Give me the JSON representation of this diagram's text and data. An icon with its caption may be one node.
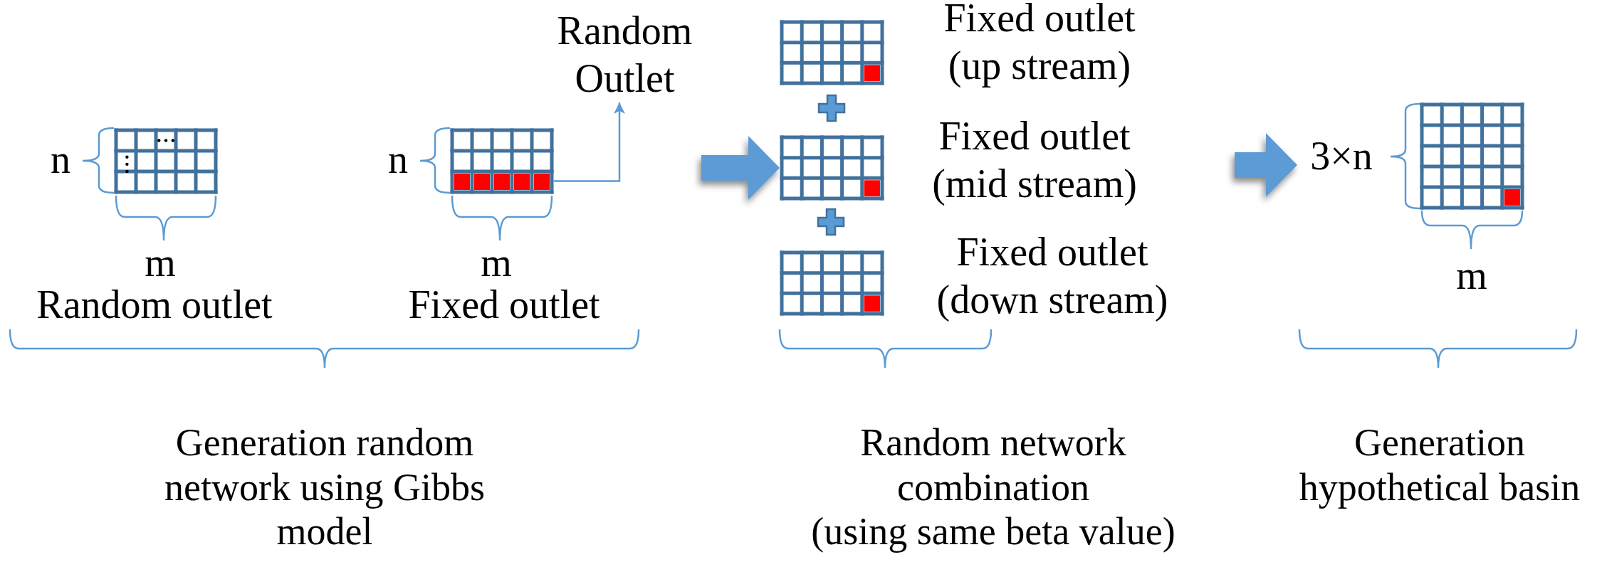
{
  "diagram": {
    "nodes": [
      {
        "text": [],
        "shape": "grid",
        "beside": [
          "Random outlet"
        ]
      },
      {
        "text": [],
        "shape": "grid",
        "beside": [
          "Fixed outlet"
        ]
      },
      {
        "text": [
          "Random Outlet"
        ]
      },
      {
        "text": [],
        "shape": "grid",
        "beside": [
          "Fixed outlet (up stream)"
        ]
      },
      {
        "text": [],
        "shape": "grid",
        "beside": [
          "Fixed outlet (mid stream)"
        ]
      },
      {
        "text": [],
        "shape": "grid",
        "beside": [
          "Fixed outlet (down stream)"
        ]
      },
      {
        "text": [
          "3×n"
        ]
      },
      {
        "text": [],
        "shape": "grid"
      }
    ],
    "edges": [
      {
        "from": 1,
        "to": 2,
        "arrow": "to"
      },
      {
        "from": null,
        "to": 4,
        "arrow": "to",
        "style": "thick"
      },
      {
        "from": null,
        "to": 6,
        "arrow": "to",
        "style": "thick"
      }
    ],
    "labels": [
      "n",
      "n",
      "m",
      "m",
      "m",
      "Generation random network using Gibbs model",
      "Random network combination (using same beta value)",
      "Generation hypothetical basin"
    ]
  }
}
